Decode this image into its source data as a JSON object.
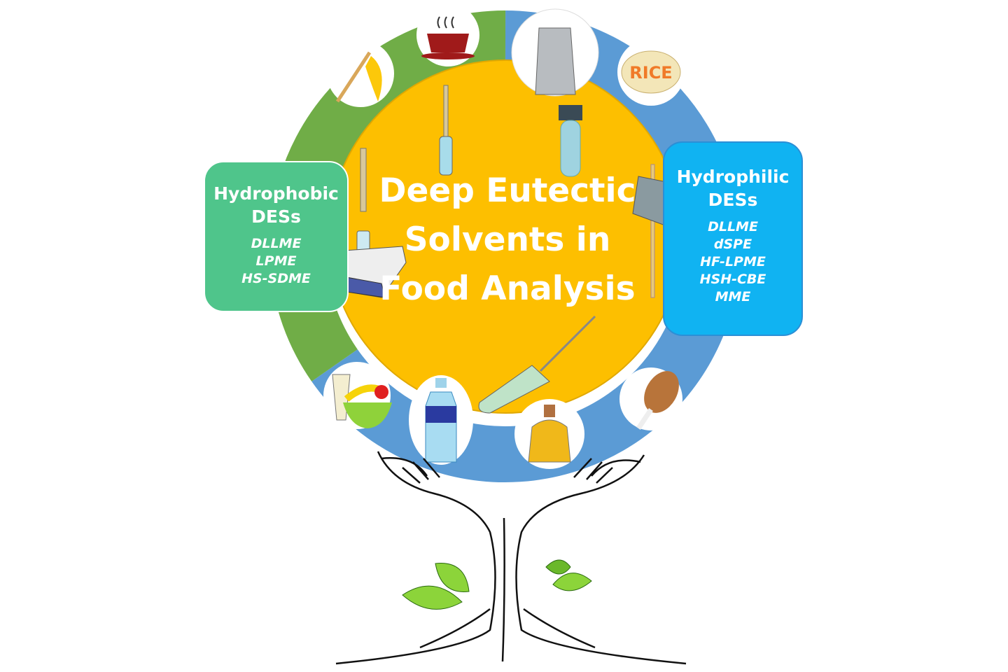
{
  "title": {
    "line1": "Deep Eutectic",
    "line2": "Solvents in",
    "line3": "Food Analysis"
  },
  "hydrophobic": {
    "heading1": "Hydrophobic",
    "heading2": "DESs",
    "techniques": [
      "DLLME",
      "LPME",
      "HS-SDME"
    ]
  },
  "hydrophilic": {
    "heading1": "Hydrophilic",
    "heading2": "DESs",
    "techniques": [
      "DLLME",
      "dSPE",
      "HF-LPME",
      "HSH-CBE",
      "MME"
    ]
  },
  "food_icons": {
    "rice_label": "RICE"
  },
  "colors": {
    "center": "#fdbf00",
    "ring_green": "#70ad47",
    "ring_blue": "#5b9bd5",
    "hydrophobic_box": "#4fc58b",
    "hydrophilic_box": "#10b3f2"
  }
}
